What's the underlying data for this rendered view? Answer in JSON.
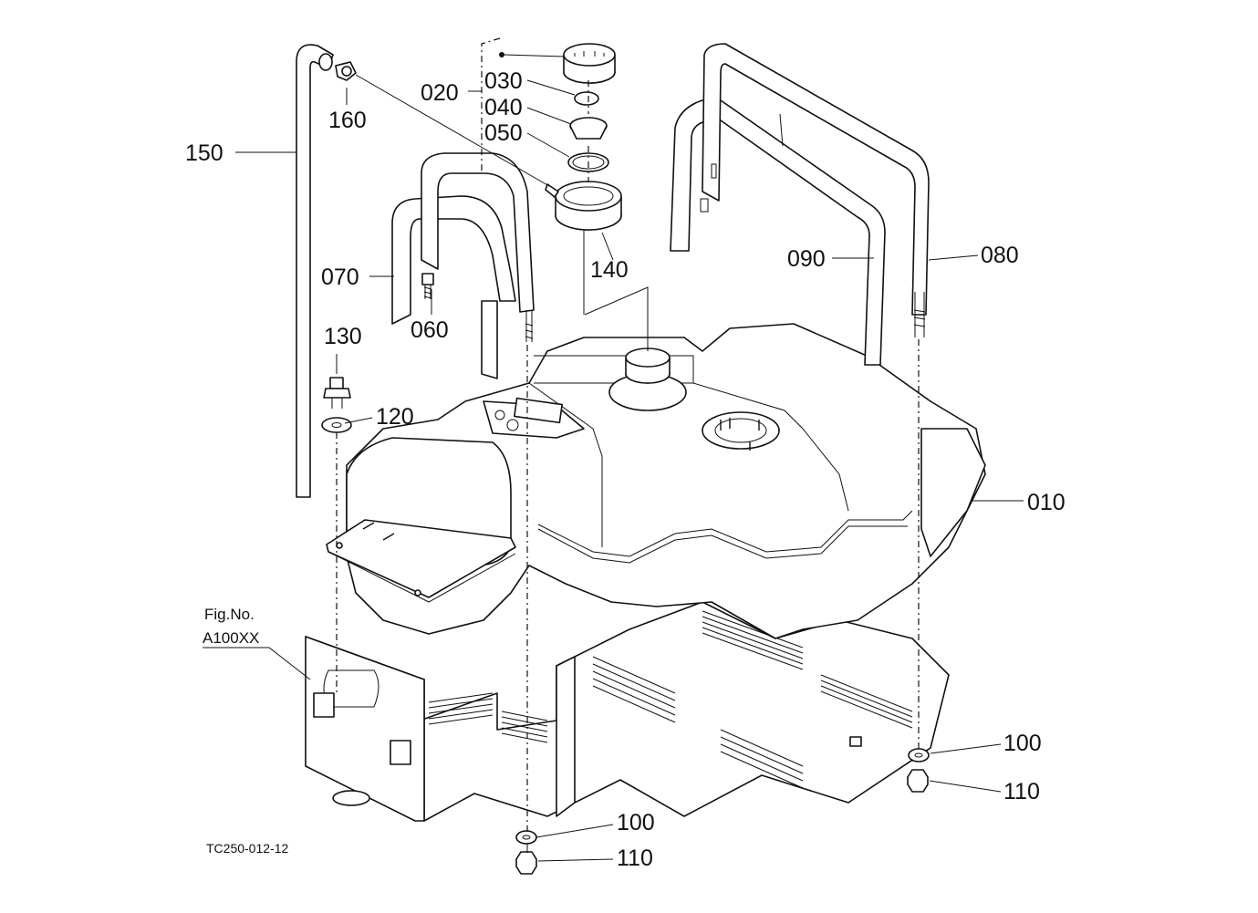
{
  "diagram": {
    "figure_ref_line1": "Fig.No.",
    "figure_ref_line2": "A100XX",
    "drawing_code": "TC250-012-12",
    "callouts": {
      "c010": "010",
      "c020": "020",
      "c030": "030",
      "c040": "040",
      "c050": "050",
      "c060": "060",
      "c070": "070",
      "c080": "080",
      "c090": "090",
      "c100a": "100",
      "c100b": "100",
      "c110a": "110",
      "c110b": "110",
      "c120": "120",
      "c130": "130",
      "c140": "140",
      "c150": "150",
      "c160": "160"
    }
  }
}
